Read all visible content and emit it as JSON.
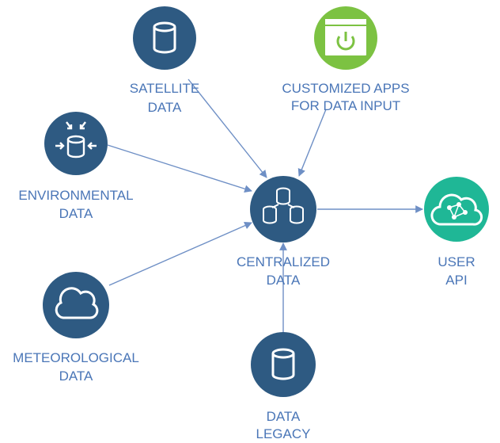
{
  "diagram": {
    "nodes": {
      "satellite": {
        "line1": "SATELLITE",
        "line2": "DATA",
        "icon": "database-icon"
      },
      "customized_apps": {
        "line1": "CUSTOMIZED APPS",
        "line2": "FOR DATA INPUT",
        "icon": "app-window-icon"
      },
      "environmental": {
        "line1": "ENVIRONMENTAL",
        "line2": "DATA",
        "icon": "database-inflow-icon"
      },
      "centralized": {
        "line1": "CENTRALIZED",
        "line2": "DATA",
        "icon": "multi-database-icon"
      },
      "user_api": {
        "line1": "USER",
        "line2": "API",
        "icon": "cloud-network-icon"
      },
      "meteorological": {
        "line1": "METEOROLOGICAL",
        "line2": "DATA",
        "icon": "cloud-icon"
      },
      "legacy": {
        "line1": "DATA",
        "line2": "LEGACY",
        "icon": "database-icon"
      }
    },
    "colors": {
      "node": "#2e5a82",
      "apps": "#7cc242",
      "api": "#1fb796",
      "edge": "#6e8fc5",
      "label": "#4a76b7"
    }
  }
}
